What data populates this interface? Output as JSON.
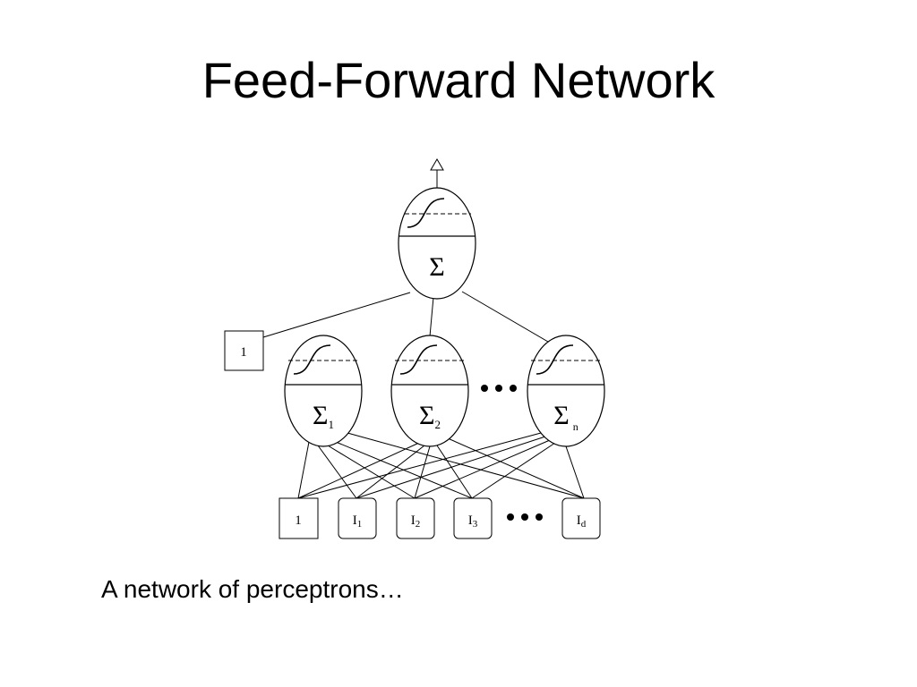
{
  "slide": {
    "title": "Feed-Forward Network",
    "caption": "A network of perceptrons…"
  },
  "diagram": {
    "output_unit": {
      "sum_symbol": "Σ"
    },
    "hidden_bias": {
      "label": "1"
    },
    "hidden_units": [
      {
        "sum_symbol": "Σ",
        "subscript": "1"
      },
      {
        "sum_symbol": "Σ",
        "subscript": "2"
      },
      {
        "sum_symbol": "Σ",
        "subscript": "n"
      }
    ],
    "input_units": [
      {
        "label": "1",
        "subscript": ""
      },
      {
        "label": "I",
        "subscript": "1"
      },
      {
        "label": "I",
        "subscript": "2"
      },
      {
        "label": "I",
        "subscript": "3"
      },
      {
        "label": "I",
        "subscript": "d"
      }
    ],
    "line_color": "#000000"
  }
}
